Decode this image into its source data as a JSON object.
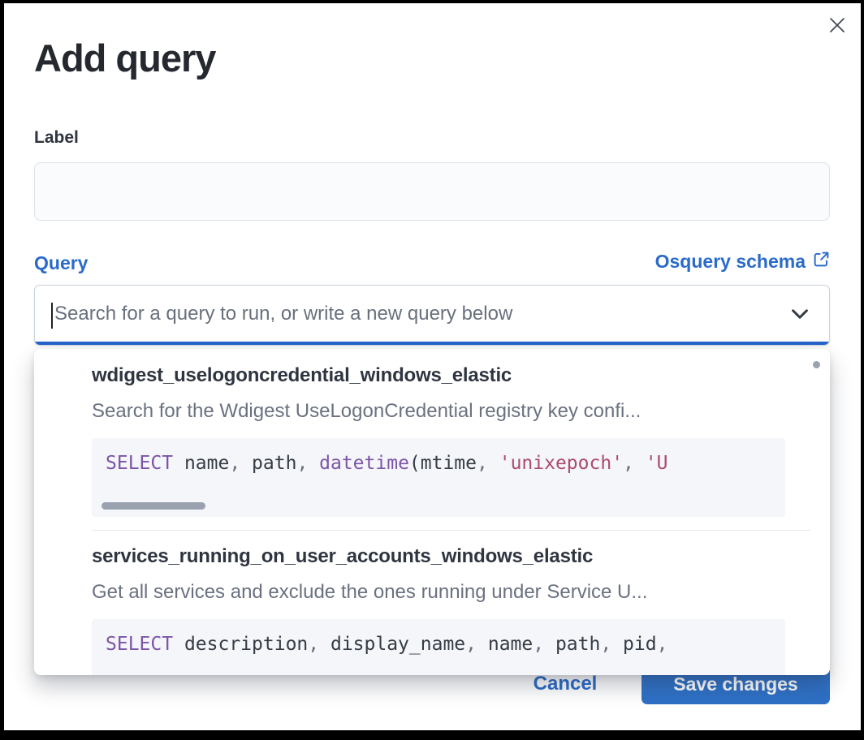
{
  "modal": {
    "title": "Add query"
  },
  "form": {
    "label_field": {
      "label": "Label",
      "value": ""
    },
    "query_field": {
      "label": "Query",
      "schema_link_label": "Osquery schema",
      "search_value": "",
      "search_placeholder": "Search for a query to run, or write a new query below"
    }
  },
  "dropdown": {
    "options": [
      {
        "id": "wdigest_uselogoncredential_windows_elastic",
        "description": "Search for the Wdigest UseLogonCredential registry key confi...",
        "code": [
          {
            "type": "keyword",
            "text": "SELECT"
          },
          {
            "type": "plain",
            "text": " name"
          },
          {
            "type": "punct",
            "text": ", "
          },
          {
            "type": "plain",
            "text": "path"
          },
          {
            "type": "punct",
            "text": ", "
          },
          {
            "type": "keyword",
            "text": "datetime"
          },
          {
            "type": "plain",
            "text": "(mtime"
          },
          {
            "type": "punct",
            "text": ", "
          },
          {
            "type": "string",
            "text": "'unixepoch'"
          },
          {
            "type": "punct",
            "text": ", "
          },
          {
            "type": "string",
            "text": "'U"
          }
        ]
      },
      {
        "id": "services_running_on_user_accounts_windows_elastic",
        "description": "Get all services and exclude the ones running under Service U...",
        "code": [
          {
            "type": "keyword",
            "text": "SELECT"
          },
          {
            "type": "plain",
            "text": " description"
          },
          {
            "type": "punct",
            "text": ", "
          },
          {
            "type": "plain",
            "text": "display_name"
          },
          {
            "type": "punct",
            "text": ", "
          },
          {
            "type": "plain",
            "text": "name"
          },
          {
            "type": "punct",
            "text": ", "
          },
          {
            "type": "plain",
            "text": "path"
          },
          {
            "type": "punct",
            "text": ", "
          },
          {
            "type": "plain",
            "text": "pid"
          },
          {
            "type": "punct",
            "text": ","
          }
        ]
      }
    ]
  },
  "footer": {
    "cancel_label": "Cancel",
    "save_label": "Save changes"
  },
  "colors": {
    "accent_blue": "#2a6bc9",
    "button_blue": "#2e70c5",
    "focus_bar_blue": "#2563cb",
    "text_dark": "#2f3540",
    "text_subdued": "#69707d",
    "code_keyword_purple": "#7c55a8",
    "code_string_red": "#ad4a6e",
    "code_background": "#f4f6f9",
    "frame_black": "#000000"
  }
}
